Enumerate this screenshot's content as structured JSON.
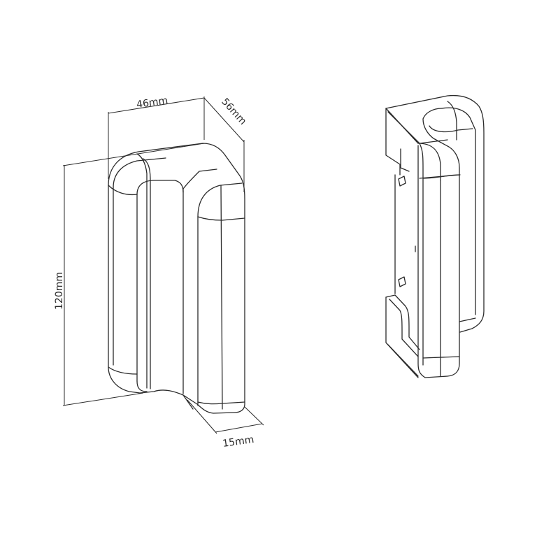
{
  "dimensions": {
    "width": "46mm",
    "depth": "56mm",
    "height": "120mm",
    "thickness": "15mm"
  },
  "colors": {
    "line": "#2a2a2a",
    "background": "#ffffff"
  }
}
